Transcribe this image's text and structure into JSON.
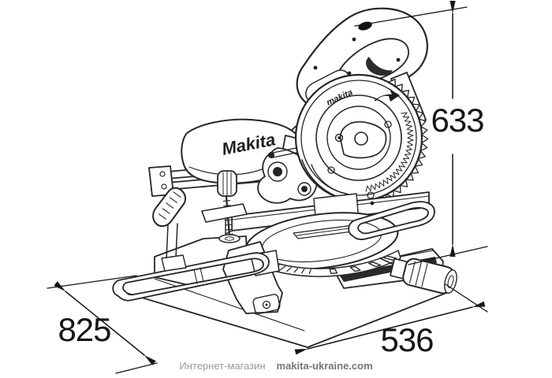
{
  "page": {
    "background": "#ffffff"
  },
  "drawing": {
    "subject": "Makita sliding compound mitre saw - dimensional line drawing",
    "line_color": "#262626",
    "dim_color": "#161616",
    "logo_bag": "Makita",
    "logo_guard": "makita"
  },
  "dimensions": {
    "height": {
      "value": "633"
    },
    "depth": {
      "value": "825"
    },
    "width": {
      "value": "536"
    }
  },
  "footer": {
    "prefix": "Интернет-магазин",
    "site": "makita-ukraine.com",
    "prefix_color": "#9a9a9a",
    "site_color": "#767676"
  }
}
